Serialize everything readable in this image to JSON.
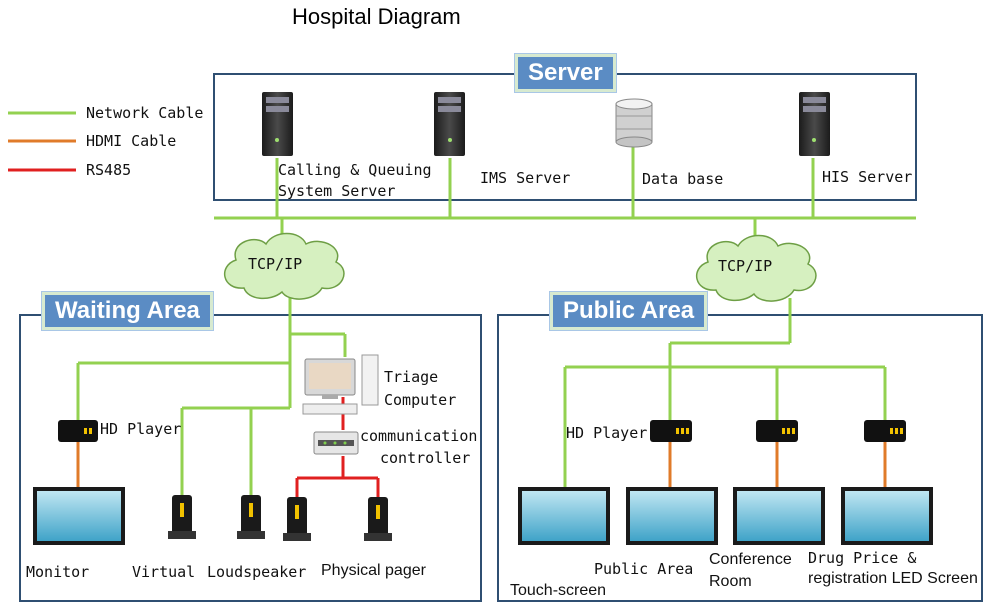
{
  "title": "Hospital Diagram",
  "legend": {
    "network": "Network Cable",
    "hdmi": "HDMI Cable",
    "rs485": "RS485"
  },
  "colors": {
    "network": "#93d150",
    "hdmi": "#e07b2a",
    "rs485": "#e02020",
    "frame": "#2f4f72",
    "label_bg": "#5b8cc4"
  },
  "server_area": {
    "label": "Server",
    "calling_line1": "Calling & Queuing",
    "calling_line2": "System Server",
    "ims": "IMS Server",
    "database": "Data base",
    "his": "HIS Server"
  },
  "clouds": {
    "left": "TCP/IP",
    "right": "TCP/IP"
  },
  "waiting_area": {
    "label": "Waiting Area",
    "hd_player": "HD Player",
    "triage_line1": "Triage",
    "triage_line2": "Computer",
    "controller_line1": "communication",
    "controller_line2": "controller",
    "monitor": "Monitor",
    "virtual": "Virtual",
    "loudspeaker": "Loudspeaker",
    "physical_pager": "Physical pager"
  },
  "public_area": {
    "label": "Public Area",
    "hd_player": "HD Player",
    "touch_screen": "Touch-screen",
    "public_area_screen": "Public Area",
    "conference_line1": "Conference",
    "conference_line2": "Room",
    "drug_line1": "Drug Price &",
    "drug_line2": "registration LED Screen"
  }
}
